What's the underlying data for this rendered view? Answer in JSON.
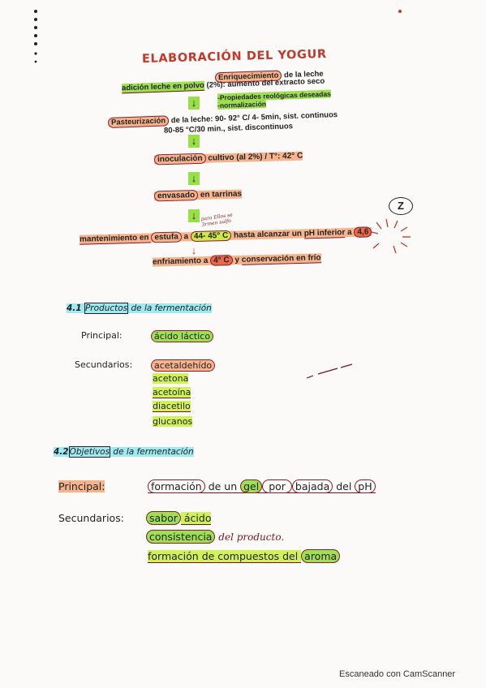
{
  "title": "ELABORACIÓN DEL YOGUR",
  "flow": {
    "enriq_a": "Enriquecimiento",
    "enriq_b": " de la leche",
    "adic_a": "adición leche en polvo",
    "adic_b": " (2%): aumento del extracto seco",
    "prop": "-Propiedades reológicas deseadas",
    "norm": "-normalización",
    "past_a": "Pasteurización",
    "past_b": " de la leche:  90- 92° C/ 4- 5min, sist. continuos",
    "past_c": "80-85 °C/30 min., sist. discontinuos",
    "inoc_a": "inoculación",
    "inoc_b": " cultivo (al 2%) / T°: 42° C",
    "env_a": "envasado",
    "env_b": " en tarrinas",
    "mant_a": "mantenimiento en ",
    "mant_b": "estufa",
    "mant_c": " a ",
    "mant_d": "44- 45° C",
    "mant_e": " hasta alcanzar un ",
    "mant_f": "pH inferior",
    "mant_g": " a ",
    "mant_h": "4,6",
    "enf_a": "enfriamiento",
    "enf_b": " a ",
    "enf_c": "4° C",
    "enf_d": " y ",
    "enf_e": "conservación en frío",
    "note_small": "para Ellos se 3rmen sulfo",
    "circle_note": "Z"
  },
  "s41": {
    "num": "4.1",
    "title_a": "Productos",
    "title_b": " de la fermentación",
    "principal_label": "Principal:",
    "principal_item": "ácido láctico",
    "secundarios_label": "Secundarios:",
    "items": [
      "acetaldehído",
      "acetona",
      "acetoína",
      "diacetilo",
      "glucanos"
    ]
  },
  "s42": {
    "num": "4.2",
    "title_a": "Objetivos",
    "title_b": " de la fermentación",
    "principal_label": "Principal:",
    "p1": "formación",
    "p2": " de un ",
    "p3": "gel",
    "p4": " por ",
    "p5": "bajada",
    "p6": " del ",
    "p7": "pH",
    "secundarios_label": "Secundarios:",
    "s1a": "sabor",
    "s1b": " ácido",
    "s2a": "consistencia",
    "s2b": " del producto.",
    "s3a": "formación de compuestos del ",
    "s3b": "aroma"
  },
  "footer": "Escaneado con CamScanner"
}
